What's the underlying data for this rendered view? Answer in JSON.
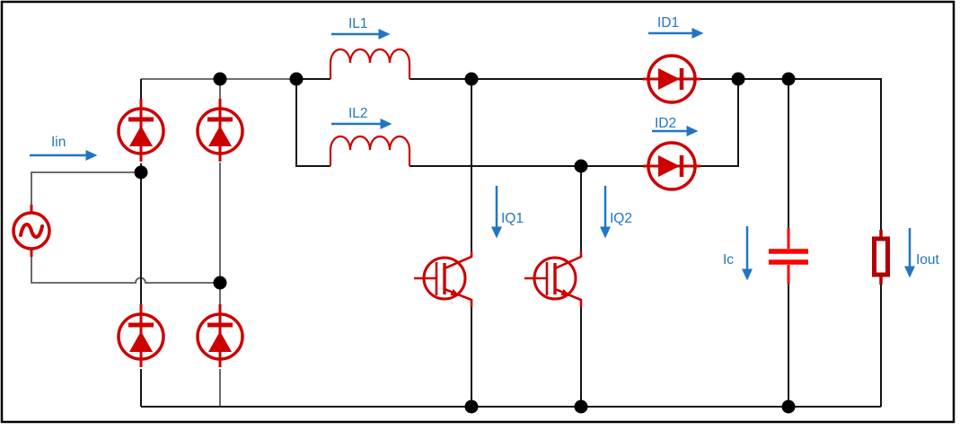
{
  "diagram": {
    "type": "circuit-schematic",
    "description": "Interleaved boost PFC converter: AC source, diode bridge rectifier, two parallel boost phases (inductor + IGBT + diode), output capacitor and load resistor",
    "labels": {
      "iin": "Iin",
      "il1": "IL1",
      "il2": "IL2",
      "iq1": "IQ1",
      "iq2": "IQ2",
      "id1": "ID1",
      "id2": "ID2",
      "ic": "Ic",
      "iout": "Iout"
    },
    "components": [
      {
        "id": "ac-source",
        "type": "ac-voltage-source"
      },
      {
        "id": "bridge-diode-1",
        "type": "diode"
      },
      {
        "id": "bridge-diode-2",
        "type": "diode"
      },
      {
        "id": "bridge-diode-3",
        "type": "diode"
      },
      {
        "id": "bridge-diode-4",
        "type": "diode"
      },
      {
        "id": "inductor-l1",
        "type": "inductor",
        "label": "IL1"
      },
      {
        "id": "inductor-l2",
        "type": "inductor",
        "label": "IL2"
      },
      {
        "id": "igbt-q1",
        "type": "igbt-switch",
        "label": "IQ1"
      },
      {
        "id": "igbt-q2",
        "type": "igbt-switch",
        "label": "IQ2"
      },
      {
        "id": "boost-diode-d1",
        "type": "diode",
        "label": "ID1"
      },
      {
        "id": "boost-diode-d2",
        "type": "diode",
        "label": "ID2"
      },
      {
        "id": "output-capacitor",
        "type": "capacitor",
        "label": "Ic"
      },
      {
        "id": "load-resistor",
        "type": "resistor",
        "label": "Iout"
      }
    ]
  },
  "colors": {
    "component_red": "#cc0000",
    "capacitor_red": "#ff0000",
    "load_red": "#b00000",
    "label_blue": "#2176c4",
    "wire_black": "#141414",
    "wire_gray": "#595959",
    "junction_black": "#000000",
    "border_black": "#000000",
    "background": "#ffffff"
  }
}
